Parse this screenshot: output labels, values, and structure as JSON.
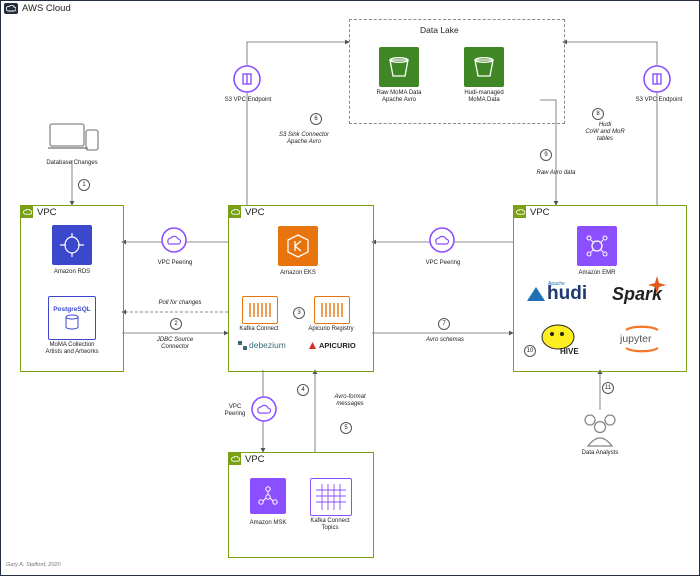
{
  "cloud": {
    "title": "AWS Cloud"
  },
  "data_lake": {
    "title": "Data Lake",
    "raw_bucket": "Raw MoMA Data\nApache Avro",
    "hudi_bucket": "Hudi-managed\nMoMA Data"
  },
  "vpc_label": "VPC",
  "left": {
    "source_label": "Database Changes",
    "rds_label": "Amazon RDS",
    "postgres_logo": "PostgreSQL",
    "moma_label": "MoMA Collection\nArtists and Artworks"
  },
  "center": {
    "eks_label": "Amazon EKS",
    "kafka_connect_label": "Kafka Connect",
    "apicurio_label": "Apicurio Registry",
    "debezium_logo": "debezium",
    "apicurio_logo": "APICURIO"
  },
  "right": {
    "emr_label": "Amazon EMR",
    "hudi_small": "Apache",
    "hudi_logo": "hudi",
    "spark_logo": "Spark",
    "hive_logo": "HIVE",
    "jupyter_logo": "jupyter",
    "analysts_label": "Data Analysts"
  },
  "bottom": {
    "msk_label": "Amazon MSK",
    "topics_label": "Kafka Connect\nTopics"
  },
  "edges": {
    "s3_endpoint_left": "S3 VPC Endpoint",
    "s3_endpoint_right": "S3 VPC Endpoint",
    "s3_sink": "S3 Sink Connector\nApache Avro",
    "raw_avro": "Raw Avro data",
    "hudi_tables": "Hudi\nCoW and MoR\ntables",
    "peering_left": "VPC Peering",
    "peering_right": "VPC Peering",
    "peering_bottom": "VPC\nPeering",
    "poll": "Poll for changes",
    "jdbc": "JDBC Source\nConnector",
    "avro_schemas": "Avro schemas",
    "avro_messages": "Avro-format\nmessages"
  },
  "steps": [
    "1",
    "2",
    "3",
    "4",
    "5",
    "6",
    "7",
    "8",
    "9",
    "10",
    "11"
  ],
  "footer": "Gary A. Stafford, 2020",
  "colors": {
    "vpc_border": "#7aa116",
    "s3_green": "#3f8624",
    "compute_orange": "#e7740c",
    "analytics_purple": "#8c4fff",
    "database_blue": "#3b48cc"
  }
}
